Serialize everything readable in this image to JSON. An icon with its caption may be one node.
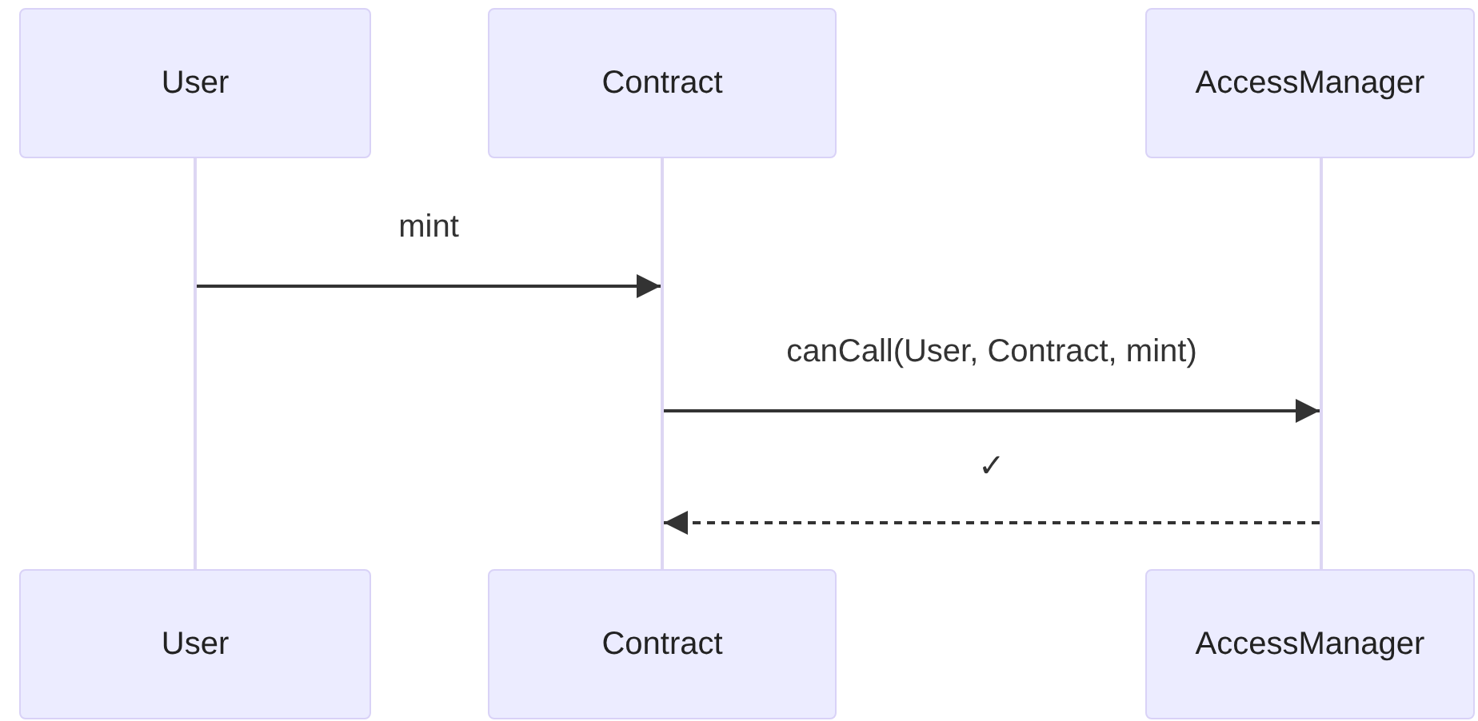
{
  "diagram": {
    "nodes": [
      {
        "text": [
          "User"
        ]
      },
      {
        "text": [
          "Contract"
        ]
      },
      {
        "text": [
          "AccessManager"
        ]
      },
      {
        "text": [],
        "shape": "bar"
      },
      {
        "text": [],
        "shape": "bar"
      },
      {
        "text": [],
        "shape": "bar"
      },
      {
        "text": [
          "User"
        ]
      },
      {
        "text": [
          "Contract"
        ]
      },
      {
        "text": [
          "AccessManager"
        ]
      }
    ],
    "edges": [
      {
        "from": 3,
        "to": 4,
        "arrow": "to",
        "label": "mint"
      },
      {
        "from": 4,
        "to": 5,
        "arrow": "to",
        "label": "canCall(User, Contract, mint)"
      },
      {
        "from": 5,
        "to": 4,
        "arrow": "to",
        "label": "✓",
        "style": "dashed"
      }
    ]
  }
}
